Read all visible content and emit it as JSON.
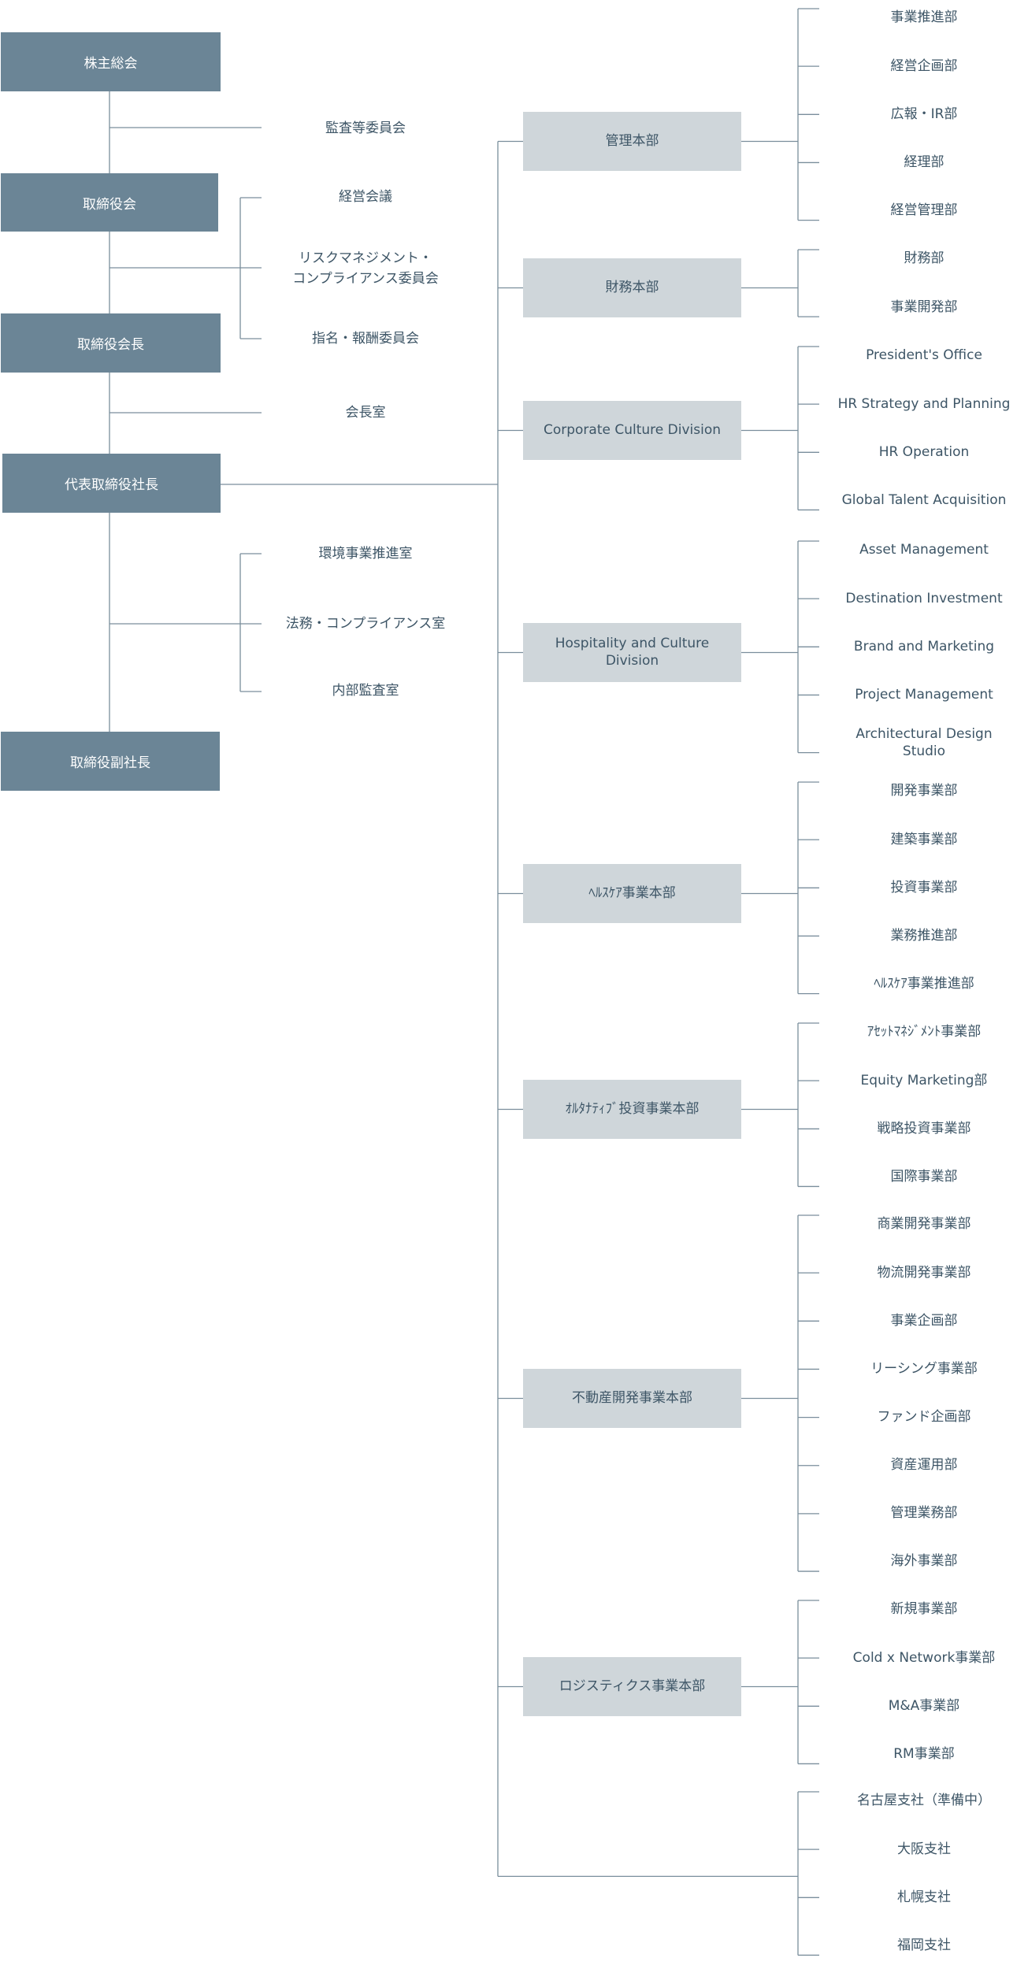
{
  "colors": {
    "line": "#7a8e9c",
    "leader_box": "#6b8596",
    "division_box": "#cfd6da",
    "text": "#3d5566"
  },
  "leadership": [
    {
      "id": "shareholders",
      "label": "株主総会"
    },
    {
      "id": "board",
      "label": "取締役会"
    },
    {
      "id": "chairman",
      "label": "取締役会長"
    },
    {
      "id": "president",
      "label": "代表取締役社長"
    },
    {
      "id": "vice-president",
      "label": "取締役副社長"
    }
  ],
  "committees": [
    {
      "id": "audit-committee",
      "label": "監査等委員会"
    },
    {
      "id": "management-meeting",
      "label": "経営会議"
    },
    {
      "id": "risk-committee",
      "label": "リスクマネジメント・\nコンプライアンス委員会"
    },
    {
      "id": "nomination-committee",
      "label": "指名・報酬委員会"
    },
    {
      "id": "chairman-office",
      "label": "会長室"
    },
    {
      "id": "environment-office",
      "label": "環境事業推進室"
    },
    {
      "id": "legal-office",
      "label": "法務・コンプライアンス室"
    },
    {
      "id": "internal-audit",
      "label": "内部監査室"
    }
  ],
  "divisions": [
    {
      "name": "管理本部",
      "departments": [
        "事業推進部",
        "経営企画部",
        "広報・IR部",
        "経理部",
        "経営管理部"
      ]
    },
    {
      "name": "財務本部",
      "departments": [
        "財務部",
        "事業開発部"
      ]
    },
    {
      "name": "Corporate Culture Division",
      "departments": [
        "President's Office",
        "HR Strategy and Planning",
        "HR Operation",
        "Global Talent Acquisition"
      ]
    },
    {
      "name": "Hospitality and Culture\nDivision",
      "departments": [
        "Asset Management",
        "Destination Investment",
        "Brand and Marketing",
        "Project Management",
        "Architectural Design\nStudio"
      ]
    },
    {
      "name": "ﾍﾙｽｹｱ事業本部",
      "departments": [
        "開発事業部",
        "建築事業部",
        "投資事業部",
        "業務推進部",
        "ﾍﾙｽｹｱ事業推進部"
      ]
    },
    {
      "name": "ｵﾙﾀﾅﾃｨﾌﾞ投資事業本部",
      "departments": [
        "ｱｾｯﾄﾏﾈｼﾞﾒﾝﾄ事業部",
        "Equity Marketing部",
        "戦略投資事業部",
        "国際事業部"
      ]
    },
    {
      "name": "不動産開発事業本部",
      "departments": [
        "商業開発事業部",
        "物流開発事業部",
        "事業企画部",
        "リーシング事業部",
        "ファンド企画部",
        "資産運用部",
        "管理業務部",
        "海外事業部"
      ]
    },
    {
      "name": "ロジスティクス事業本部",
      "departments": [
        "新規事業部",
        "Cold x Network事業部",
        "M&A事業部",
        "RM事業部"
      ]
    },
    {
      "name": "",
      "departments": [
        "名古屋支社（準備中）",
        "大阪支社",
        "札幌支社",
        "福岡支社"
      ]
    }
  ]
}
